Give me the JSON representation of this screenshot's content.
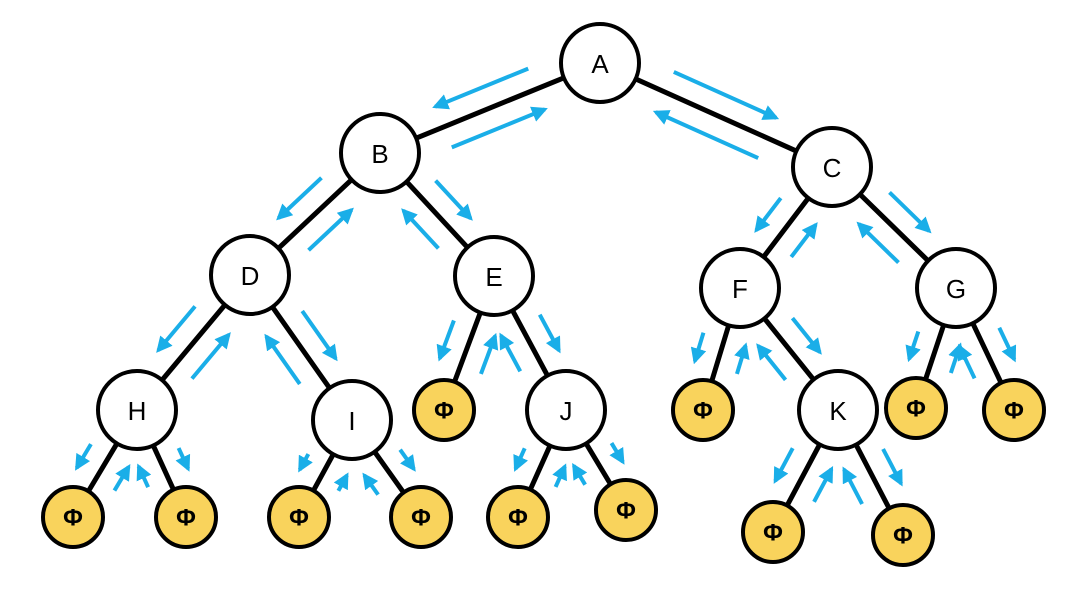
{
  "colors": {
    "node_fill": "#ffffff",
    "leaf_fill": "#f9d35c",
    "arrow": "#1aaee8",
    "edge": "#000000"
  },
  "nodes": [
    {
      "id": "A",
      "label": "A",
      "kind": "node"
    },
    {
      "id": "B",
      "label": "B",
      "kind": "node"
    },
    {
      "id": "C",
      "label": "C",
      "kind": "node"
    },
    {
      "id": "D",
      "label": "D",
      "kind": "node"
    },
    {
      "id": "E",
      "label": "E",
      "kind": "node"
    },
    {
      "id": "F",
      "label": "F",
      "kind": "node"
    },
    {
      "id": "G",
      "label": "G",
      "kind": "node"
    },
    {
      "id": "H",
      "label": "H",
      "kind": "node"
    },
    {
      "id": "I",
      "label": "I",
      "kind": "node"
    },
    {
      "id": "J",
      "label": "J",
      "kind": "node"
    },
    {
      "id": "K",
      "label": "K",
      "kind": "node"
    },
    {
      "id": "H-left",
      "label": "Φ",
      "kind": "null"
    },
    {
      "id": "H-right",
      "label": "Φ",
      "kind": "null"
    },
    {
      "id": "I-left",
      "label": "Φ",
      "kind": "null"
    },
    {
      "id": "I-right",
      "label": "Φ",
      "kind": "null"
    },
    {
      "id": "E-left",
      "label": "Φ",
      "kind": "null"
    },
    {
      "id": "J-left",
      "label": "Φ",
      "kind": "null"
    },
    {
      "id": "J-right",
      "label": "Φ",
      "kind": "null"
    },
    {
      "id": "F-left",
      "label": "Φ",
      "kind": "null"
    },
    {
      "id": "K-left",
      "label": "Φ",
      "kind": "null"
    },
    {
      "id": "K-right",
      "label": "Φ",
      "kind": "null"
    },
    {
      "id": "G-left",
      "label": "Φ",
      "kind": "null"
    },
    {
      "id": "G-right",
      "label": "Φ",
      "kind": "null"
    }
  ],
  "edges": [
    [
      "A",
      "B"
    ],
    [
      "A",
      "C"
    ],
    [
      "B",
      "D"
    ],
    [
      "B",
      "E"
    ],
    [
      "C",
      "F"
    ],
    [
      "C",
      "G"
    ],
    [
      "D",
      "H"
    ],
    [
      "D",
      "I"
    ],
    [
      "E",
      "E-left"
    ],
    [
      "E",
      "J"
    ],
    [
      "F",
      "F-left"
    ],
    [
      "F",
      "K"
    ],
    [
      "G",
      "G-left"
    ],
    [
      "G",
      "G-right"
    ],
    [
      "H",
      "H-left"
    ],
    [
      "H",
      "H-right"
    ],
    [
      "I",
      "I-left"
    ],
    [
      "I",
      "I-right"
    ],
    [
      "J",
      "J-left"
    ],
    [
      "J",
      "J-right"
    ],
    [
      "K",
      "K-left"
    ],
    [
      "K",
      "K-right"
    ]
  ]
}
